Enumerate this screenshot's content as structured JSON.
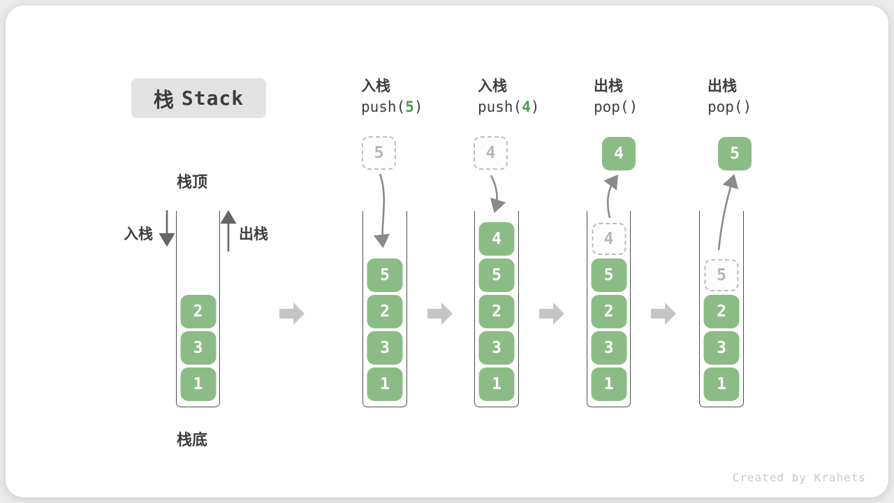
{
  "title": {
    "zh": "栈",
    "en": "Stack"
  },
  "side_labels": {
    "push": "入栈",
    "pop": "出栈",
    "top": "栈顶",
    "bottom": "栈底"
  },
  "operations": [
    {
      "label": "入栈",
      "fn": "push(",
      "arg": "5",
      "close": ")"
    },
    {
      "label": "入栈",
      "fn": "push(",
      "arg": "4",
      "close": ")"
    },
    {
      "label": "出栈",
      "fn": "pop(",
      "arg": "",
      "close": ")"
    },
    {
      "label": "出栈",
      "fn": "pop(",
      "arg": "",
      "close": ")"
    }
  ],
  "stacks": [
    {
      "blocks": [
        "2",
        "3",
        "1"
      ]
    },
    {
      "incoming": "5",
      "blocks": [
        "5",
        "2",
        "3",
        "1"
      ]
    },
    {
      "incoming": "4",
      "blocks": [
        "4",
        "5",
        "2",
        "3",
        "1"
      ]
    },
    {
      "popped": "4",
      "ghost": "4",
      "blocks": [
        "5",
        "2",
        "3",
        "1"
      ]
    },
    {
      "popped": "5",
      "ghost": "5",
      "blocks": [
        "2",
        "3",
        "1"
      ]
    }
  ],
  "colors": {
    "block_green": "#8cbc86",
    "arg_green": "#4d9a4a",
    "title_bg": "#e3e3e3",
    "text_dark": "#3d3d3d",
    "ghost_border": "#bdbdbd",
    "ghost_text": "#b5b5b5",
    "arrow_gray": "#8a8a8a",
    "side_arrow": "#666666",
    "transition_arrow": "#c5c5c5",
    "watermark": "#c9c9c9"
  },
  "watermark": "Created by Krahets"
}
